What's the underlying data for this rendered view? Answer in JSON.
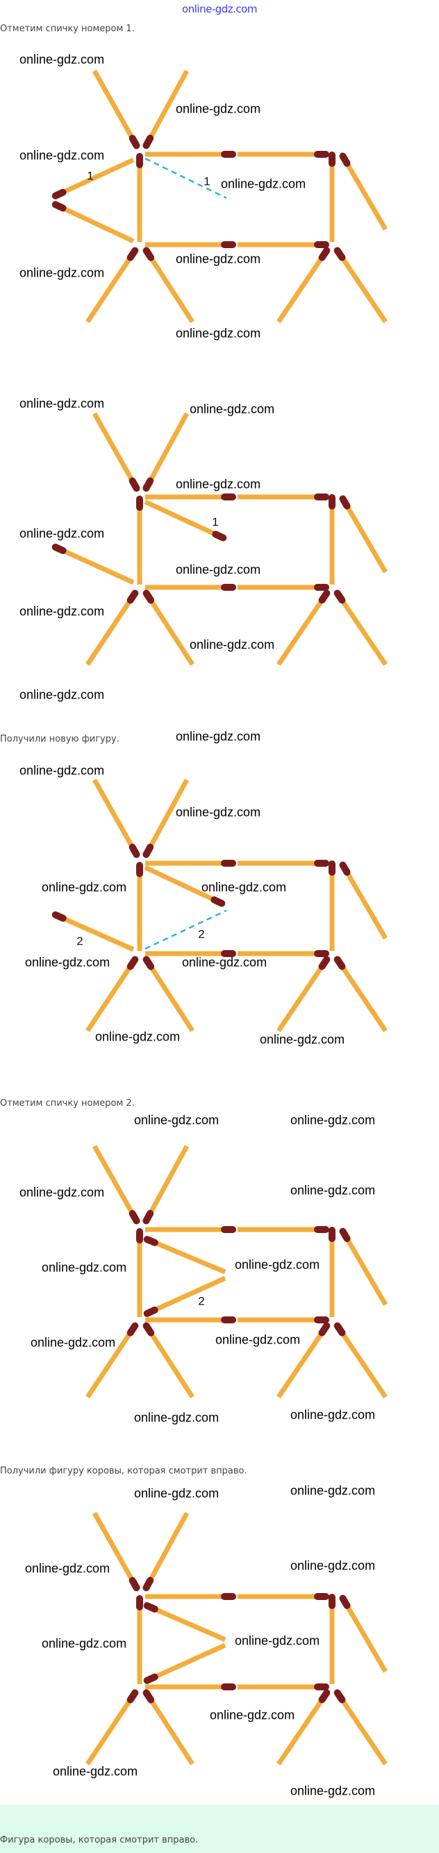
{
  "header": {
    "link_text": "online-gdz.com"
  },
  "watermark": "online-gdz.com",
  "captions": {
    "mark_1": "Отметим спичку номером 1.",
    "new_figure": "Получили новую фигуру.",
    "mark_2": "Отметим спичку номером 2.",
    "cow_right": "Получили фигуру коровы, которая смотрит вправо."
  },
  "labels": {
    "one": "1",
    "two": "2"
  },
  "answer": {
    "text": "Фигура коровы, которая смотрит вправо."
  },
  "colors": {
    "match_body": "#f3ad3d",
    "match_head": "#7a1c1c",
    "dash": "#2bb5e0",
    "answer_bg": "#dcfbea",
    "link": "#3a3aff"
  }
}
